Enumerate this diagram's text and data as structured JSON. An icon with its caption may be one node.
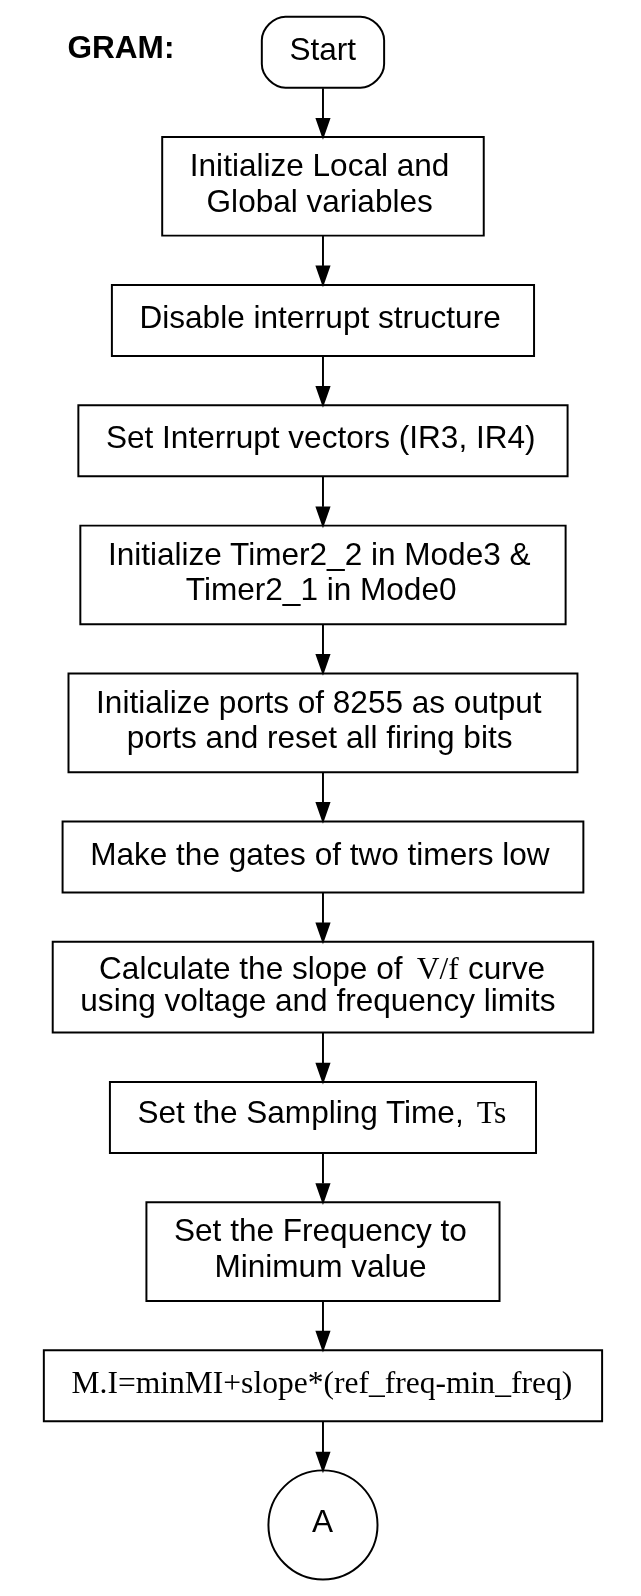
{
  "diagram": {
    "nodes": [
      {
        "text": [
          "Start"
        ]
      },
      {
        "text": [
          "Initialize Local and Global variables"
        ]
      },
      {
        "text": [
          "Disable interrupt structure"
        ]
      },
      {
        "text": [
          "Set Interrupt vectors (IR3, IR4)"
        ]
      },
      {
        "text": [
          "Initialize Timer2_2 in Mode3 & Timer2_1 in Mode0"
        ]
      },
      {
        "text": [
          "Initialize ports of 8255 as output ports and reset all firing bits"
        ]
      },
      {
        "text": [
          "Make the gates of two timers low"
        ]
      },
      {
        "text": [
          "Calculate the slope of **V/f** curve using voltage and frequency limits"
        ]
      },
      {
        "text": [
          "Set the Sampling Time, **Ts**"
        ]
      },
      {
        "text": [
          "Set the Frequency to Minimum value"
        ]
      },
      {
        "text": [
          "M.I=minMI+slope*(ref_freq-min_freq)"
        ]
      },
      {
        "text": [
          "A"
        ]
      }
    ],
    "edges": [
      {
        "from": 0,
        "to": 1,
        "arrow": "to"
      },
      {
        "from": 1,
        "to": 2,
        "arrow": "to"
      },
      {
        "from": 2,
        "to": 3,
        "arrow": "to"
      },
      {
        "from": 3,
        "to": 4,
        "arrow": "to"
      },
      {
        "from": 4,
        "to": 5,
        "arrow": "to"
      },
      {
        "from": 5,
        "to": 6,
        "arrow": "to"
      },
      {
        "from": 6,
        "to": 7,
        "arrow": "to"
      },
      {
        "from": 7,
        "to": 8,
        "arrow": "to"
      },
      {
        "from": 8,
        "to": 9,
        "arrow": "to"
      },
      {
        "from": 9,
        "to": 10,
        "arrow": "to"
      },
      {
        "from": 10,
        "to": 11,
        "arrow": "to"
      }
    ],
    "labels": [
      "GRAM:"
    ]
  }
}
